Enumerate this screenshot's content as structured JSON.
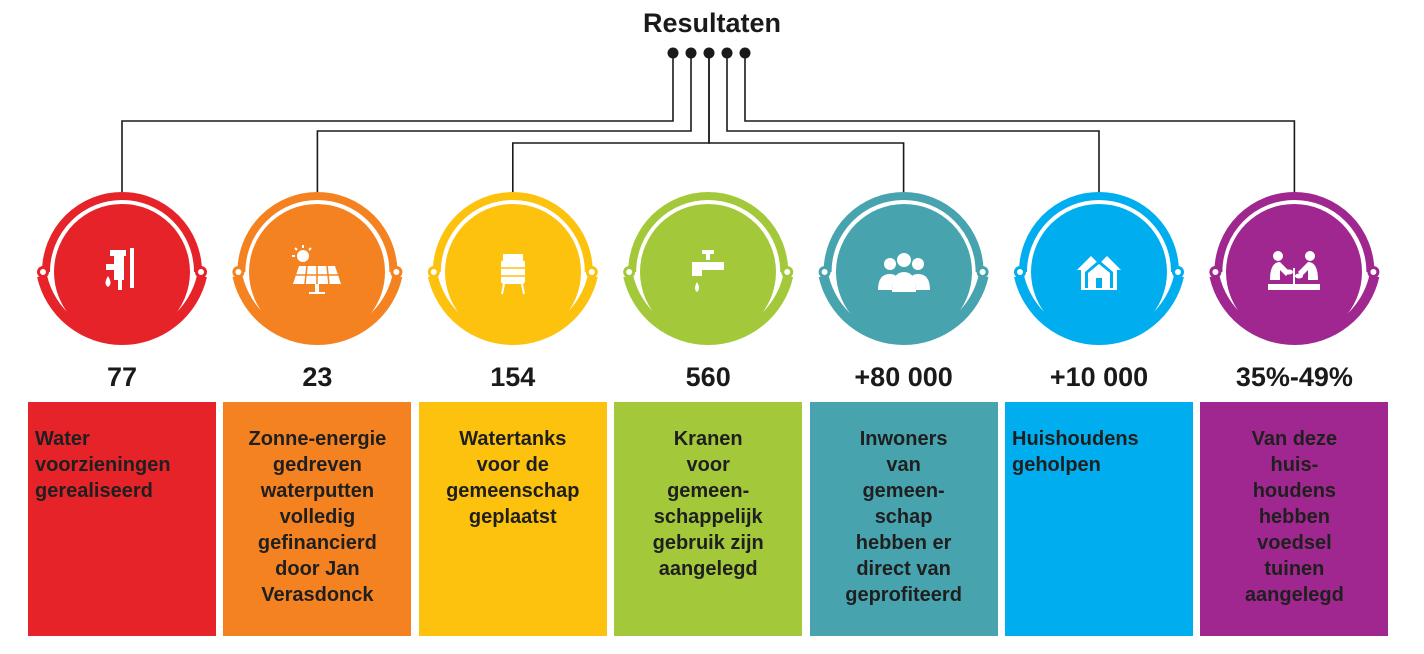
{
  "title": "Resultaten",
  "items": [
    {
      "number": "77",
      "label": "Water\nvoorzieningen\ngerealiseerd",
      "color": "#e52329",
      "icon": "water-pump-icon",
      "align": "left"
    },
    {
      "number": "23",
      "label": "Zonne-energie\ngedreven\nwaterputten\nvolledig\ngefinancierd\ndoor Jan\nVerasdonck",
      "color": "#f58220",
      "icon": "solar-panel-icon",
      "align": "center"
    },
    {
      "number": "154",
      "label": "Watertanks\nvoor de\ngemeenschap\ngeplaatst",
      "color": "#fdc20e",
      "icon": "water-tank-icon",
      "align": "center"
    },
    {
      "number": "560",
      "label": "Kranen\nvoor\ngemeen-\nschappelijk\ngebruik zijn\naangelegd",
      "color": "#a3c93a",
      "icon": "faucet-icon",
      "align": "center"
    },
    {
      "number": "+80 000",
      "label": "Inwoners\nvan\ngemeen-\nschap\nhebben er\ndirect van\ngeprofiteerd",
      "color": "#47a4af",
      "icon": "people-icon",
      "align": "center"
    },
    {
      "number": "+10 000",
      "label": "Huishoudens\ngeholpen",
      "color": "#00aeef",
      "icon": "houses-icon",
      "align": "left"
    },
    {
      "number": "35%-49%",
      "label": "Van deze\nhuis-\nhoudens\nhebben\nvoedsel\ntuinen\naangelegd",
      "color": "#a0278f",
      "icon": "garden-icon",
      "align": "center"
    }
  ]
}
